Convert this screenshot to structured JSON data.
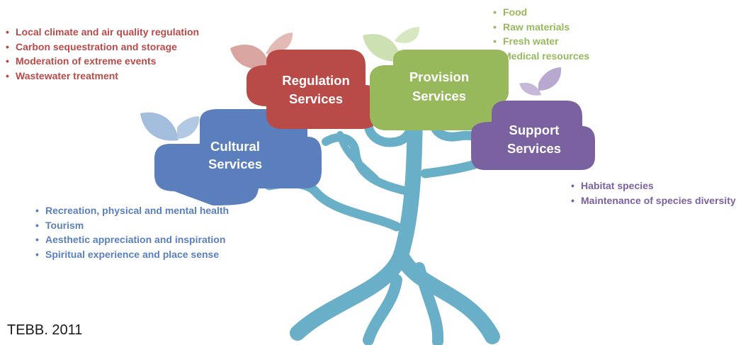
{
  "regulation": {
    "label_line1": "Regulation",
    "label_line2": "Services",
    "color": "#b84a48",
    "items": [
      "Local climate and air quality regulation",
      "Carbon sequestration and storage",
      "Moderation of extreme events",
      "Wastewater treatment"
    ]
  },
  "provision": {
    "label_line1": "Provision",
    "label_line2": "Services",
    "color": "#98b85c",
    "items": [
      "Food",
      "Raw materials",
      "Fresh water",
      "Medical resources"
    ]
  },
  "support": {
    "label_line1": "Support",
    "label_line2": "Services",
    "color": "#7a62a0",
    "items": [
      "Habitat species",
      "Maintenance of species diversity"
    ]
  },
  "cultural": {
    "label_line1": "Cultural",
    "label_line2": "Services",
    "color": "#5a7fbc",
    "items": [
      "Recreation, physical and mental health",
      "Tourism",
      "Aesthetic appreciation and inspiration",
      "Spiritual experience and place sense"
    ]
  },
  "tree_color": "#6aafc8",
  "source": "TEBB. 2011"
}
